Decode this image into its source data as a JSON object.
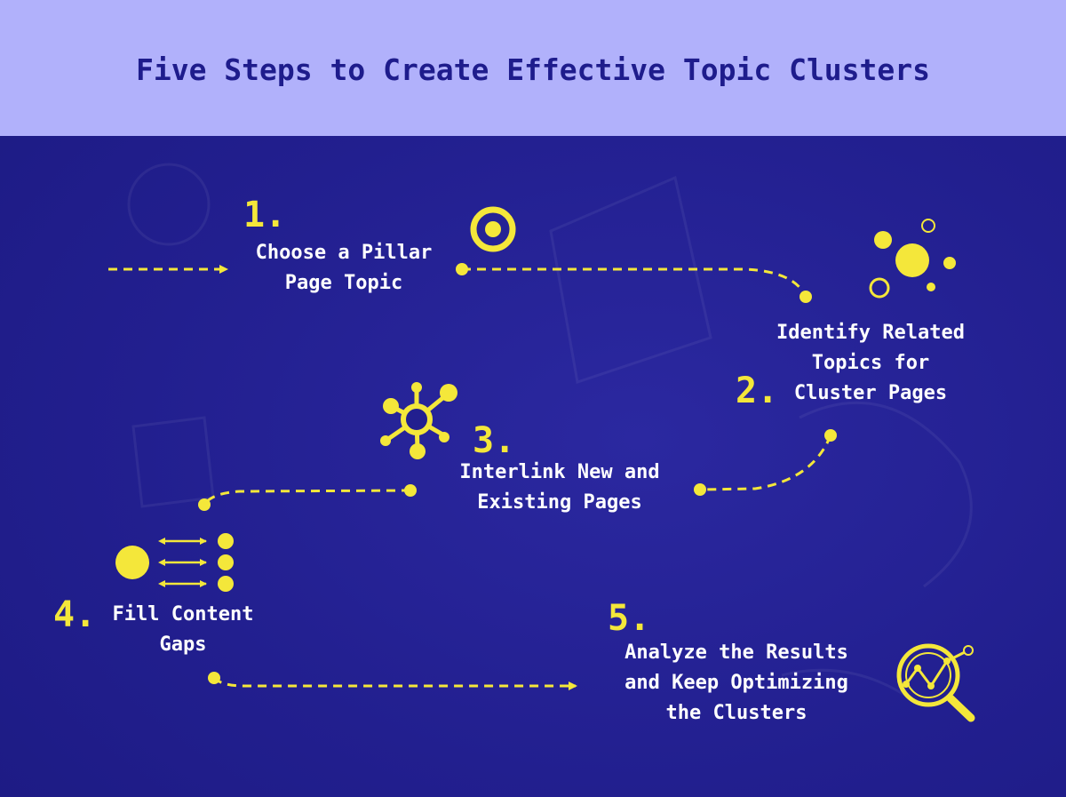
{
  "title": "Five Steps to Create Effective Topic Clusters",
  "steps": [
    {
      "number": "1.",
      "lines": [
        "Choose a Pillar",
        "Page Topic"
      ],
      "icon": "target-icon"
    },
    {
      "number": "2.",
      "lines": [
        "Identify Related",
        "Topics for",
        "Cluster Pages"
      ],
      "icon": "scattered-circles-icon"
    },
    {
      "number": "3.",
      "lines": [
        "Interlink New and",
        "Existing Pages"
      ],
      "icon": "network-hub-icon"
    },
    {
      "number": "4.",
      "lines": [
        "Fill Content",
        "Gaps"
      ],
      "icon": "arrows-to-dots-icon"
    },
    {
      "number": "5.",
      "lines": [
        "Analyze the Results",
        "and Keep Optimizing",
        "the Clusters"
      ],
      "icon": "magnifier-chart-icon"
    }
  ],
  "colors": {
    "header_bg": "#b1b1fb",
    "body_bg": "#221f8f",
    "accent": "#f4e73a",
    "title": "#1e1c8c",
    "text": "#ffffff"
  }
}
